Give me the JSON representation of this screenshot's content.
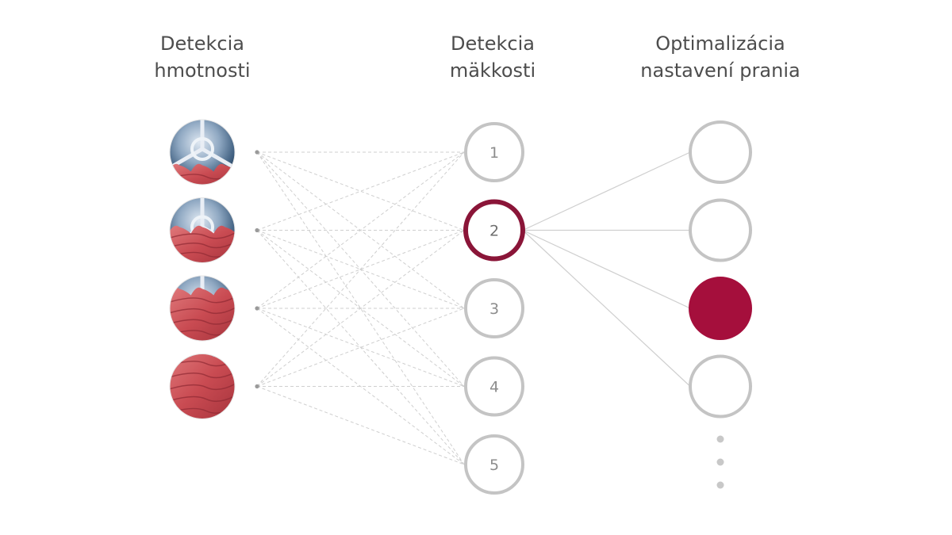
{
  "columns": {
    "weight": {
      "line1": "Detekcia",
      "line2": "hmotnosti"
    },
    "softness": {
      "line1": "Detekcia",
      "line2": "mäkkosti"
    },
    "optimization": {
      "line1": "Optimalizácia",
      "line2": "nastavení prania"
    }
  },
  "weight_levels": [
    {
      "name": "load-level-1",
      "fill_fraction": 0.25
    },
    {
      "name": "load-level-2",
      "fill_fraction": 0.5
    },
    {
      "name": "load-level-3",
      "fill_fraction": 0.75
    },
    {
      "name": "load-level-4",
      "fill_fraction": 1.0
    }
  ],
  "softness_levels": [
    "1",
    "2",
    "3",
    "4",
    "5"
  ],
  "selected_softness": "2",
  "optimization_count": 4,
  "selected_optimization_index": 2,
  "colors": {
    "accent_dark": "#8a1538",
    "accent_fill": "#a50f3c",
    "ring_gray": "#c4c4c4",
    "line_gray": "#cfcfcf",
    "fabric_red": "#cf5a5e",
    "drum_blue": "#3f5f80"
  }
}
